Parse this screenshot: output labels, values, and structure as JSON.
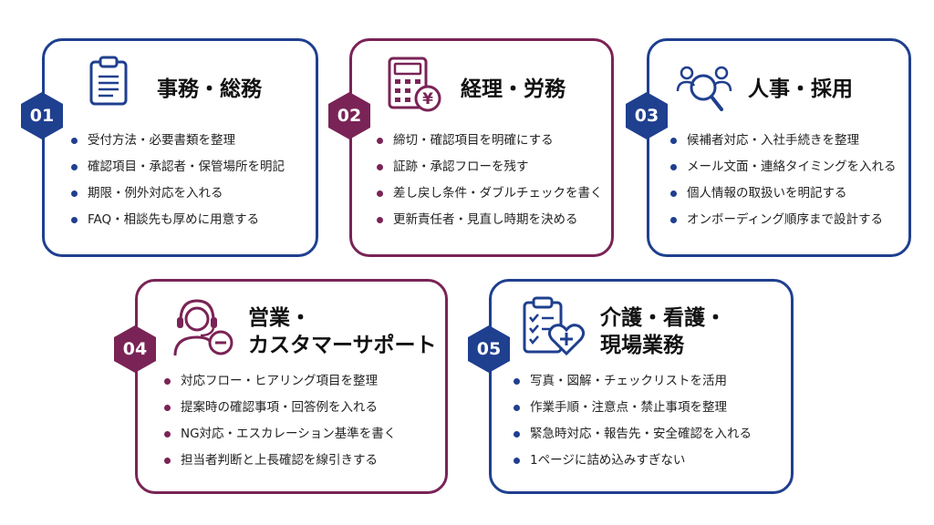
{
  "colors": {
    "navy": "#1f3f8f",
    "plum": "#7a2356"
  },
  "cards": [
    {
      "number": "01",
      "title": "事務・総務",
      "icon": "clipboard-icon",
      "items": [
        "受付方法・必要書類を整理",
        "確認項目・承認者・保管場所を明記",
        "期限・例外対応を入れる",
        "FAQ・相談先も厚めに用意する"
      ]
    },
    {
      "number": "02",
      "title": "経理・労務",
      "icon": "calculator-yen-icon",
      "items": [
        "締切・確認項目を明確にする",
        "証跡・承認フローを残す",
        "差し戻し条件・ダブルチェックを書く",
        "更新責任者・見直し時期を決める"
      ]
    },
    {
      "number": "03",
      "title": "人事・採用",
      "icon": "people-search-icon",
      "items": [
        "候補者対応・入社手続きを整理",
        "メール文面・連絡タイミングを入れる",
        "個人情報の取扱いを明記する",
        "オンボーディング順序まで設計する"
      ]
    },
    {
      "number": "04",
      "title_line1": "営業・",
      "title_line2": "カスタマーサポート",
      "icon": "headset-agent-icon",
      "items": [
        "対応フロー・ヒアリング項目を整理",
        "提案時の確認事項・回答例を入れる",
        "NG対応・エスカレーション基準を書く",
        "担当者判断と上長確認を線引きする"
      ]
    },
    {
      "number": "05",
      "title_line1": "介護・看護・",
      "title_line2": "現場業務",
      "icon": "checklist-heart-icon",
      "items": [
        "写真・図解・チェックリストを活用",
        "作業手順・注意点・禁止事項を整理",
        "緊急時対応・報告先・安全確認を入れる",
        "1ページに詰め込みすぎない"
      ]
    }
  ]
}
